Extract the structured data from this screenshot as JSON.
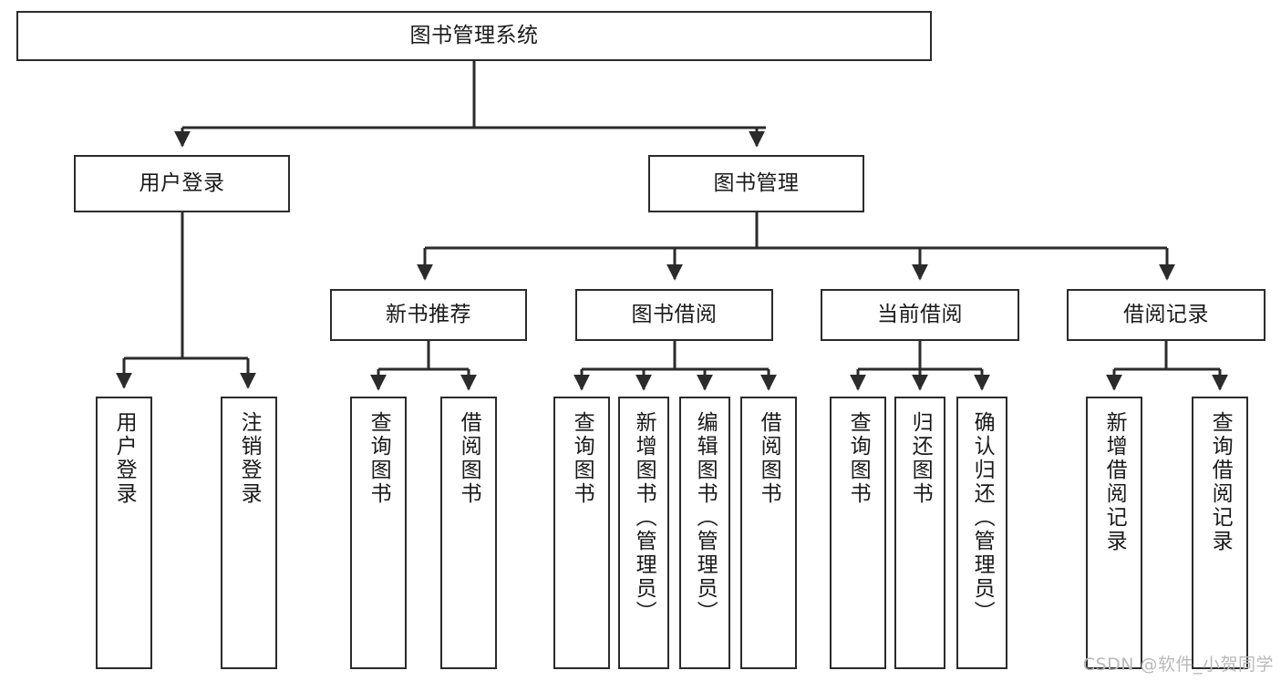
{
  "diagram": {
    "title": "图书管理系统",
    "type": "tree-hierarchy-chart",
    "root": {
      "id": "root",
      "label": "图书管理系统"
    },
    "level2": [
      {
        "id": "user-login",
        "label": "用户登录"
      },
      {
        "id": "book-management",
        "label": "图书管理"
      }
    ],
    "level3": [
      {
        "id": "new-book-recommend",
        "label": "新书推荐",
        "parent": "book-management"
      },
      {
        "id": "book-borrow",
        "label": "图书借阅",
        "parent": "book-management"
      },
      {
        "id": "current-borrow",
        "label": "当前借阅",
        "parent": "book-management"
      },
      {
        "id": "borrow-record",
        "label": "借阅记录",
        "parent": "book-management"
      }
    ],
    "leaves": {
      "user-login": [
        {
          "id": "leaf-user-login",
          "label": "用户登录"
        },
        {
          "id": "leaf-user-logout",
          "label": "注销登录"
        }
      ],
      "new-book-recommend": [
        {
          "id": "leaf-query-book-1",
          "label": "查询图书"
        },
        {
          "id": "leaf-borrow-book-1",
          "label": "借阅图书"
        }
      ],
      "book-borrow": [
        {
          "id": "leaf-query-book-2",
          "label": "查询图书"
        },
        {
          "id": "leaf-add-book",
          "label": "新增图书（管理员）"
        },
        {
          "id": "leaf-edit-book",
          "label": "编辑图书（管理员）"
        },
        {
          "id": "leaf-borrow-book-2",
          "label": "借阅图书"
        }
      ],
      "current-borrow": [
        {
          "id": "leaf-query-book-3",
          "label": "查询图书"
        },
        {
          "id": "leaf-return-book",
          "label": "归还图书"
        },
        {
          "id": "leaf-confirm-return",
          "label": "确认归还（管理员）"
        }
      ],
      "borrow-record": [
        {
          "id": "leaf-add-record",
          "label": "新增借阅记录"
        },
        {
          "id": "leaf-query-record",
          "label": "查询借阅记录"
        }
      ]
    }
  },
  "watermark": {
    "text": "CSDN @软件_小贺同学"
  },
  "colors": {
    "border": "#2b2b2b",
    "background": "#ffffff",
    "text": "#1a1a1a",
    "watermark": "#b9b9b9"
  }
}
